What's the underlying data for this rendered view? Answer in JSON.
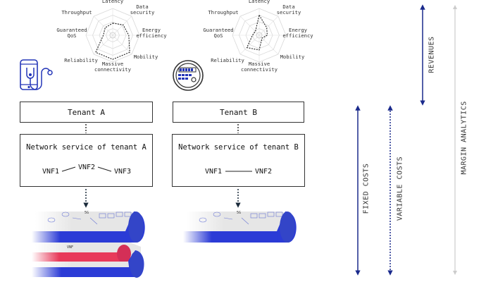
{
  "radar_a": {
    "axes": [
      "Latency",
      "Data security",
      "Energy efficiency",
      "Mobility",
      "Massive connectivity",
      "Reliability",
      "Guaranteed QoS",
      "Throughput"
    ],
    "values": [
      0.45,
      0.55,
      0.6,
      0.9,
      0.9,
      0.9,
      0.35,
      0.4
    ]
  },
  "radar_b": {
    "axes": [
      "Latency",
      "Data security",
      "Energy efficiency",
      "Mobility",
      "Massive connectivity",
      "Reliability",
      "Guaranteed QoS",
      "Throughput"
    ],
    "values": [
      0.75,
      0.4,
      0.3,
      0.15,
      0.55,
      0.65,
      0.25,
      0.2
    ]
  },
  "tenant_a": {
    "title": "Tenant A",
    "service": "Network service of tenant A",
    "vnfs": [
      "VNF1",
      "VNF2",
      "VNF3"
    ]
  },
  "tenant_b": {
    "title": "Tenant B",
    "service": "Network service of tenant B",
    "vnfs": [
      "VNF1",
      "VNF2"
    ]
  },
  "side_labels": {
    "revenues": "REVENUES",
    "fixed_costs": "FIXED COSTS",
    "variable_costs": "VARIABLE COSTS",
    "margin": "MARGIN ANALYTICS"
  },
  "colors": {
    "blue": "#2b3bd6",
    "red": "#e83a5a",
    "navy": "#1a2a8c",
    "gray": "#cccccc"
  }
}
